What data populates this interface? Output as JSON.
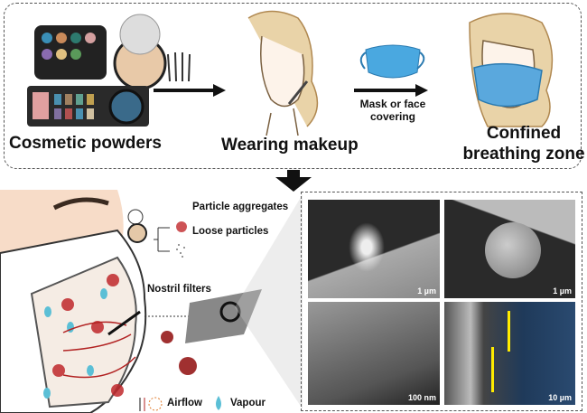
{
  "top_panel": {
    "step1_label": "Cosmetic powders",
    "step2_label": "Wearing makeup",
    "arrow2_label": "Mask or face covering",
    "step3_label": "Confined breathing zone"
  },
  "legend": {
    "particle_aggregates": "Particle aggregates",
    "loose_particles": "Loose particles",
    "nostril_filters": "Nostril filters",
    "airflow": "Airflow",
    "vapour": "Vapour"
  },
  "sem_images": [
    {
      "scale": "1 µm"
    },
    {
      "scale": "1 µm"
    },
    {
      "scale": "100 nm"
    },
    {
      "scale": "10 µm"
    }
  ],
  "colors": {
    "particle": "#c0282c",
    "vapour": "#5bbfd6",
    "airflow_in": "#b22222",
    "mask_blue": "#4aa8e0"
  }
}
